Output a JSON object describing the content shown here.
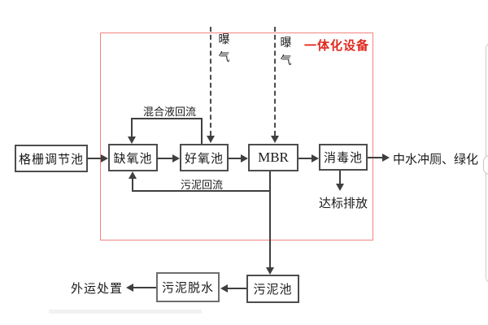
{
  "diagram": {
    "title_none": "",
    "equipment_boundary_label": "一体化设备",
    "aeration_label": "曝气",
    "boxes": {
      "grid_tank": "格栅调节池",
      "anoxic_tank": "缺氧池",
      "aerobic_tank": "好氧池",
      "mbr": "MBR",
      "disinfection_tank": "消毒池",
      "sludge_tank": "污泥池",
      "sludge_dewatering": "污泥脱水"
    },
    "flow_labels": {
      "mixed_liquor_return": "混合液回流",
      "sludge_return": "污泥回流",
      "reuse_output": "中水冲厕、绿化",
      "standard_discharge": "达标排放",
      "offsite_disposal": "外运处置"
    },
    "flows": [
      {
        "from": "grid_tank",
        "to": "anoxic_tank",
        "style": "solid-arrow"
      },
      {
        "from": "anoxic_tank",
        "to": "aerobic_tank",
        "style": "solid-arrow"
      },
      {
        "from": "aerobic_tank",
        "to": "mbr",
        "style": "solid-arrow"
      },
      {
        "from": "mbr",
        "to": "disinfection_tank",
        "style": "solid-arrow"
      },
      {
        "from": "disinfection_tank",
        "to": "reuse_output",
        "style": "solid-arrow"
      },
      {
        "from": "disinfection_tank",
        "to": "standard_discharge",
        "style": "solid-arrow"
      },
      {
        "from": "aerobic_tank",
        "to": "anoxic_tank",
        "label": "混合液回流",
        "style": "solid-arrow"
      },
      {
        "from": "mbr",
        "to": "anoxic_tank",
        "label": "污泥回流",
        "style": "solid-arrow"
      },
      {
        "from": "mbr",
        "to": "sludge_tank",
        "style": "solid-arrow"
      },
      {
        "from": "sludge_tank",
        "to": "sludge_dewatering",
        "style": "solid-arrow"
      },
      {
        "from": "sludge_dewatering",
        "to": "offsite_disposal",
        "style": "solid-arrow"
      },
      {
        "from": "aeration",
        "to": "aerobic_tank",
        "style": "dashed-arrow"
      },
      {
        "from": "aeration",
        "to": "mbr",
        "style": "dashed-arrow"
      }
    ],
    "colors": {
      "box_border": "#4d4d4d",
      "line": "#3f3f3f",
      "boundary_border": "#f58383",
      "boundary_text": "#e0281e",
      "background": "#ffffff"
    }
  }
}
